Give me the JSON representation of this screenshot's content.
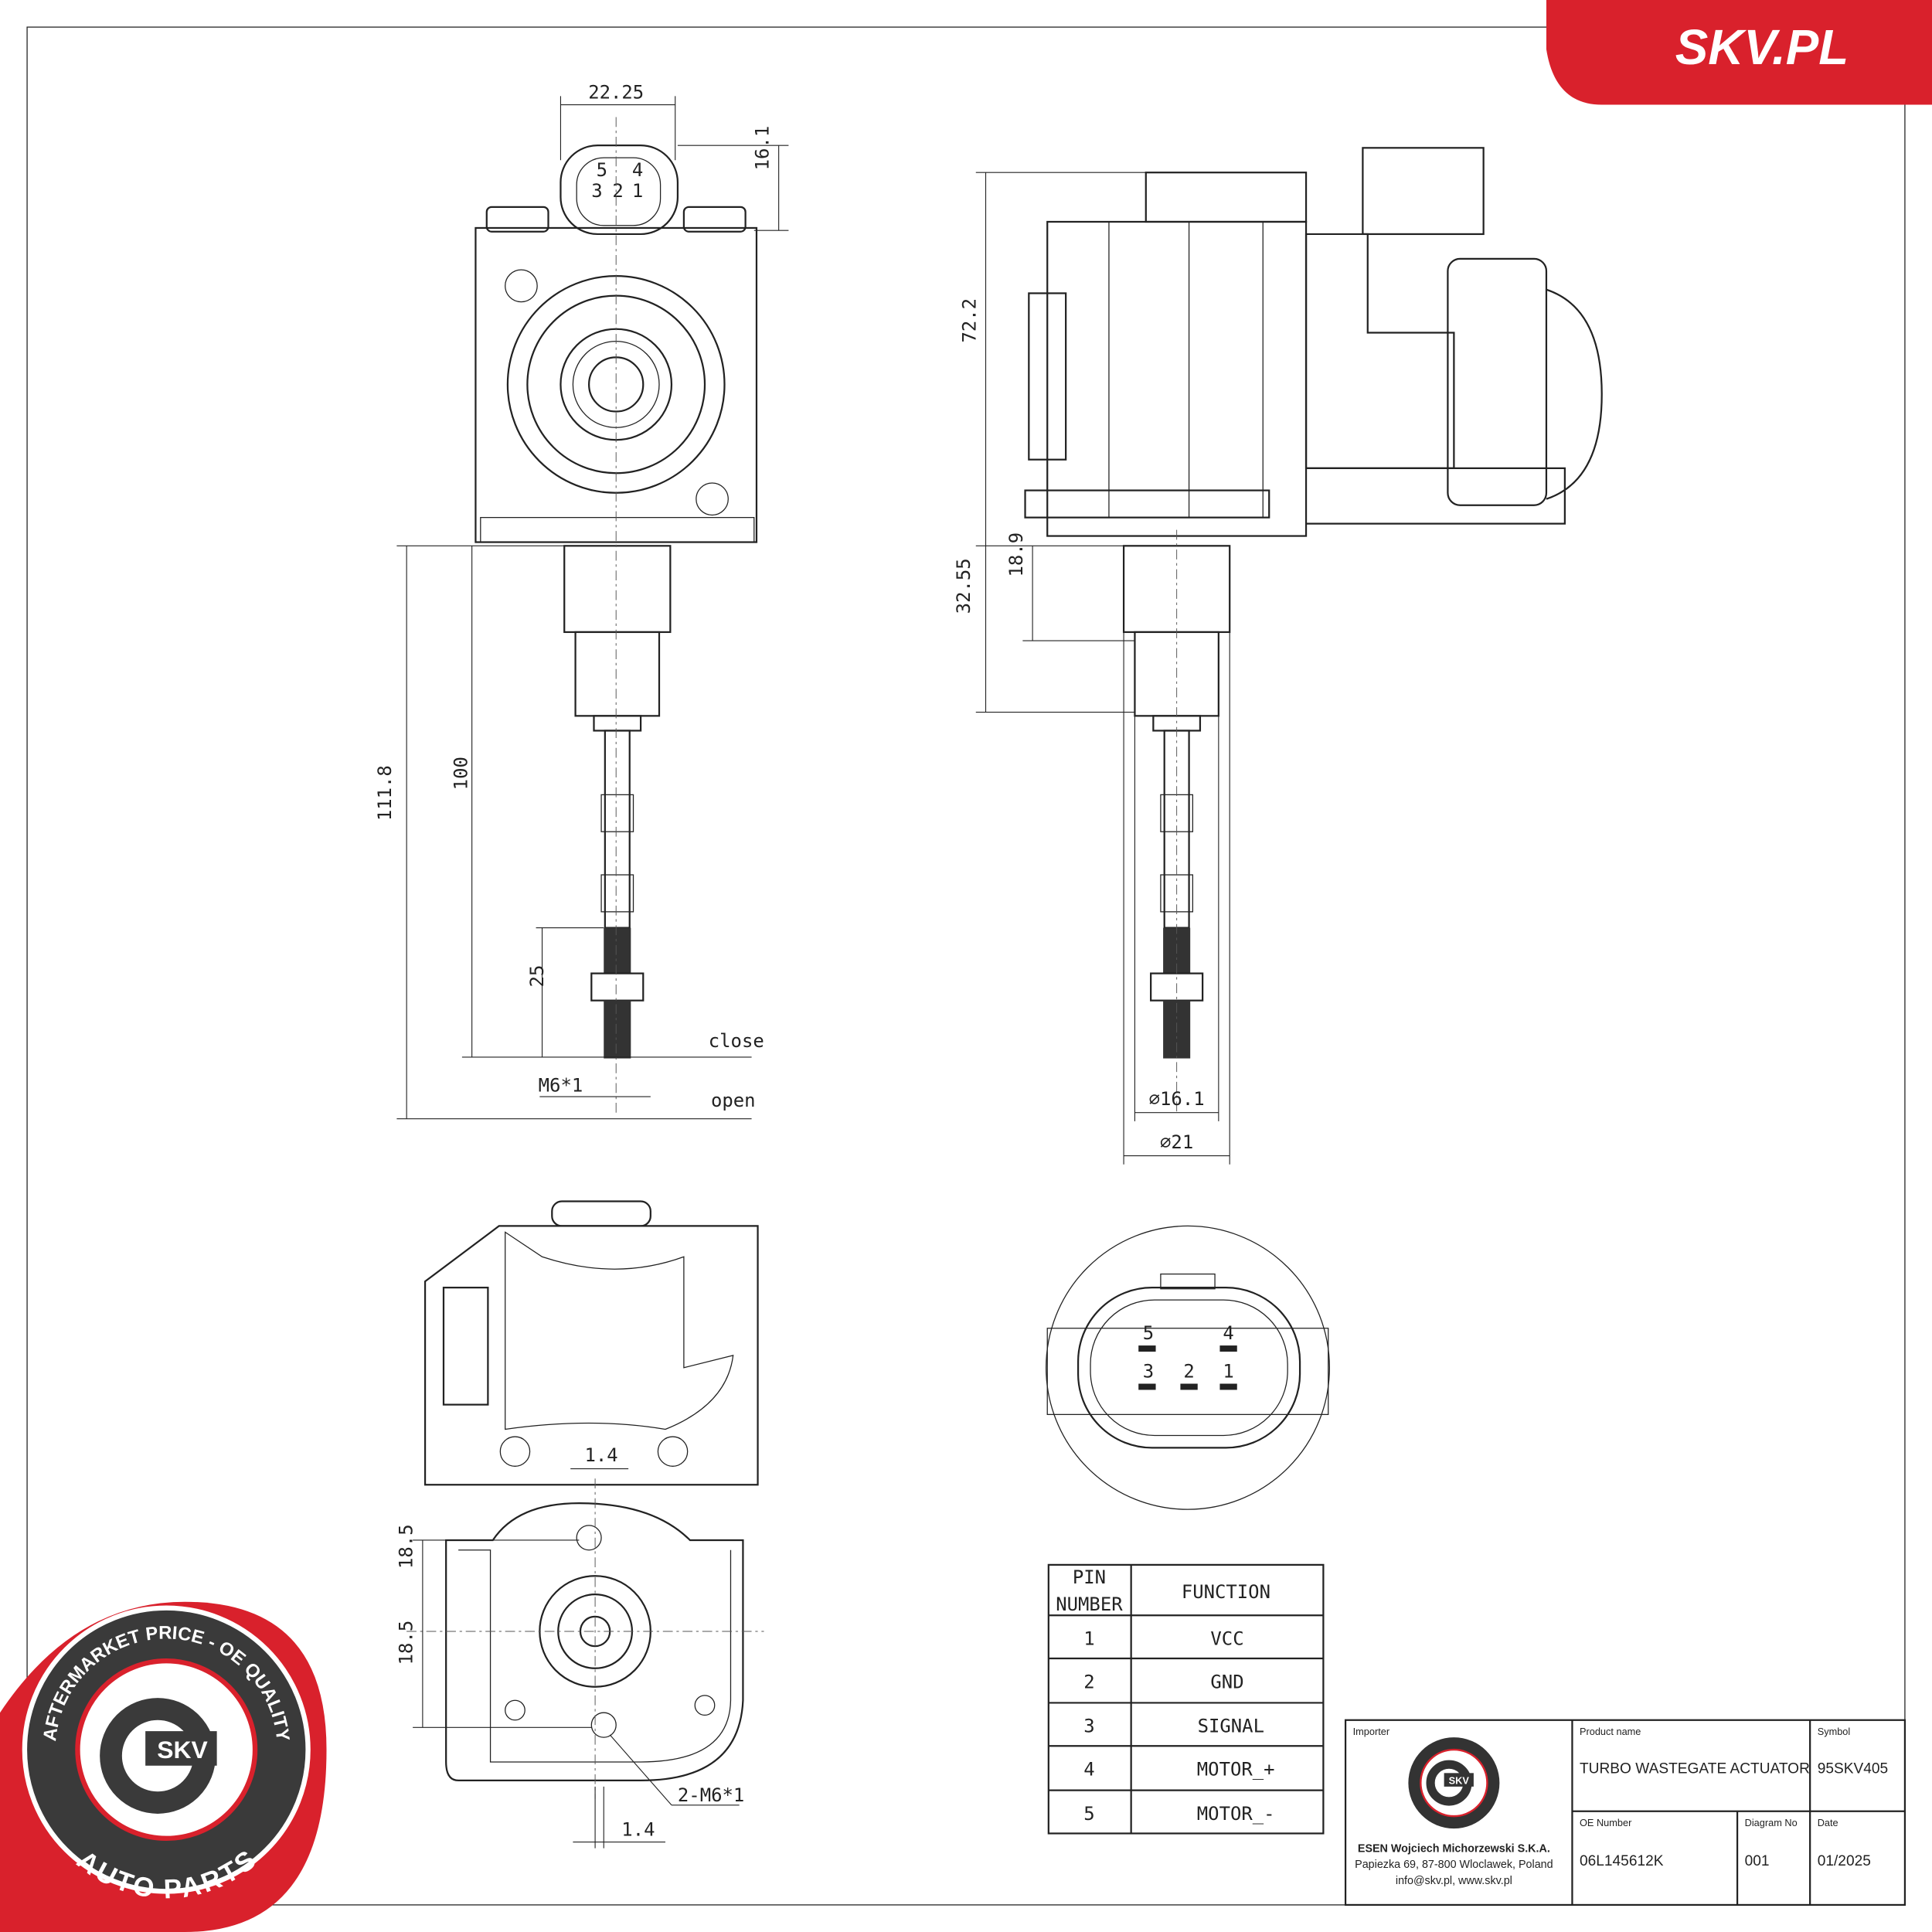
{
  "brand": {
    "logo_text": "SKV.PL",
    "accent_color": "#d9212c"
  },
  "badge": {
    "top_text": "AFTERMARKET PRICE - OE QUALITY",
    "center_text": "SKV",
    "bottom_text": "AUTO PARTS"
  },
  "dimensions": {
    "connector_width": "22.25",
    "connector_height": "16.1",
    "body_height": "72.2",
    "stem_18_9": "18.9",
    "stem_32_55": "32.55",
    "rod_111_8": "111.8",
    "rod_100": "100",
    "thread_25": "25",
    "thread_m6": "M6*1",
    "close": "close",
    "open": "open",
    "dia_16_1": "⌀16.1",
    "dia_21": "⌀21",
    "offset_top": "1.4",
    "offset_bottom": "1.4",
    "hole_upper": "18.5",
    "hole_lower": "18.5",
    "holes_m6": "2-M6*1"
  },
  "connector_pins": [
    "5",
    "4",
    "3",
    "2",
    "1"
  ],
  "pin_table": {
    "header_pin": [
      "PIN",
      "NUMBER"
    ],
    "header_function": "FUNCTION",
    "rows": [
      {
        "pin": "1",
        "function": "VCC"
      },
      {
        "pin": "2",
        "function": "GND"
      },
      {
        "pin": "3",
        "function": "SIGNAL"
      },
      {
        "pin": "4",
        "function": "MOTOR_+"
      },
      {
        "pin": "5",
        "function": "MOTOR_-"
      }
    ]
  },
  "title_block": {
    "importer_label": "Importer",
    "importer_name": "ESEN Wojciech Michorzewski S.K.A.",
    "importer_address": "Papiezka 69, 87-800 Wloclawek, Poland",
    "importer_contact": "info@skv.pl, www.skv.pl",
    "product_label": "Product name",
    "product_name": "TURBO WASTEGATE ACTUATOR",
    "symbol_label": "Symbol",
    "symbol": "95SKV405",
    "oe_label": "OE Number",
    "oe_number": "06L145612K",
    "diagram_label": "Diagram No",
    "diagram_no": "001",
    "date_label": "Date",
    "date": "01/2025"
  }
}
